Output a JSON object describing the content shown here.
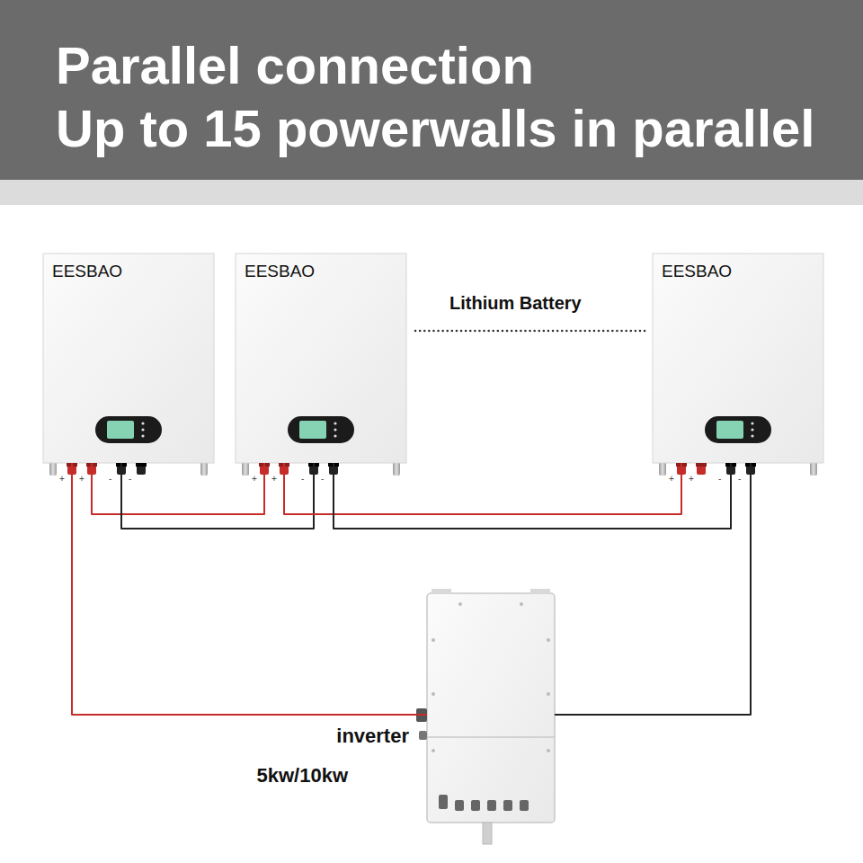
{
  "diagram": {
    "title": "Parallel connection",
    "nodes": [
      {
        "text": [
          "EESBAO"
        ]
      },
      {
        "text": [
          "EESBAO"
        ]
      },
      {
        "text": [
          "EESBAO"
        ]
      },
      {
        "text": [
          "inverter",
          "5kw/10kw"
        ]
      }
    ],
    "edges": [
      {
        "from": 0,
        "to": 1,
        "arrow": "none"
      },
      {
        "from": 0,
        "to": 1,
        "arrow": "none"
      },
      {
        "from": 1,
        "to": 2,
        "arrow": "none"
      },
      {
        "from": 1,
        "to": 2,
        "arrow": "none"
      },
      {
        "from": 0,
        "to": 3,
        "arrow": "none"
      },
      {
        "from": 2,
        "to": 3,
        "arrow": "none"
      }
    ],
    "labels": [
      "Up to 15 powerwalls in parallel",
      "Lithium Battery",
      "+",
      "+",
      "-",
      "-",
      "+",
      "+",
      "-",
      "-",
      "+",
      "+",
      "-",
      "-"
    ]
  }
}
